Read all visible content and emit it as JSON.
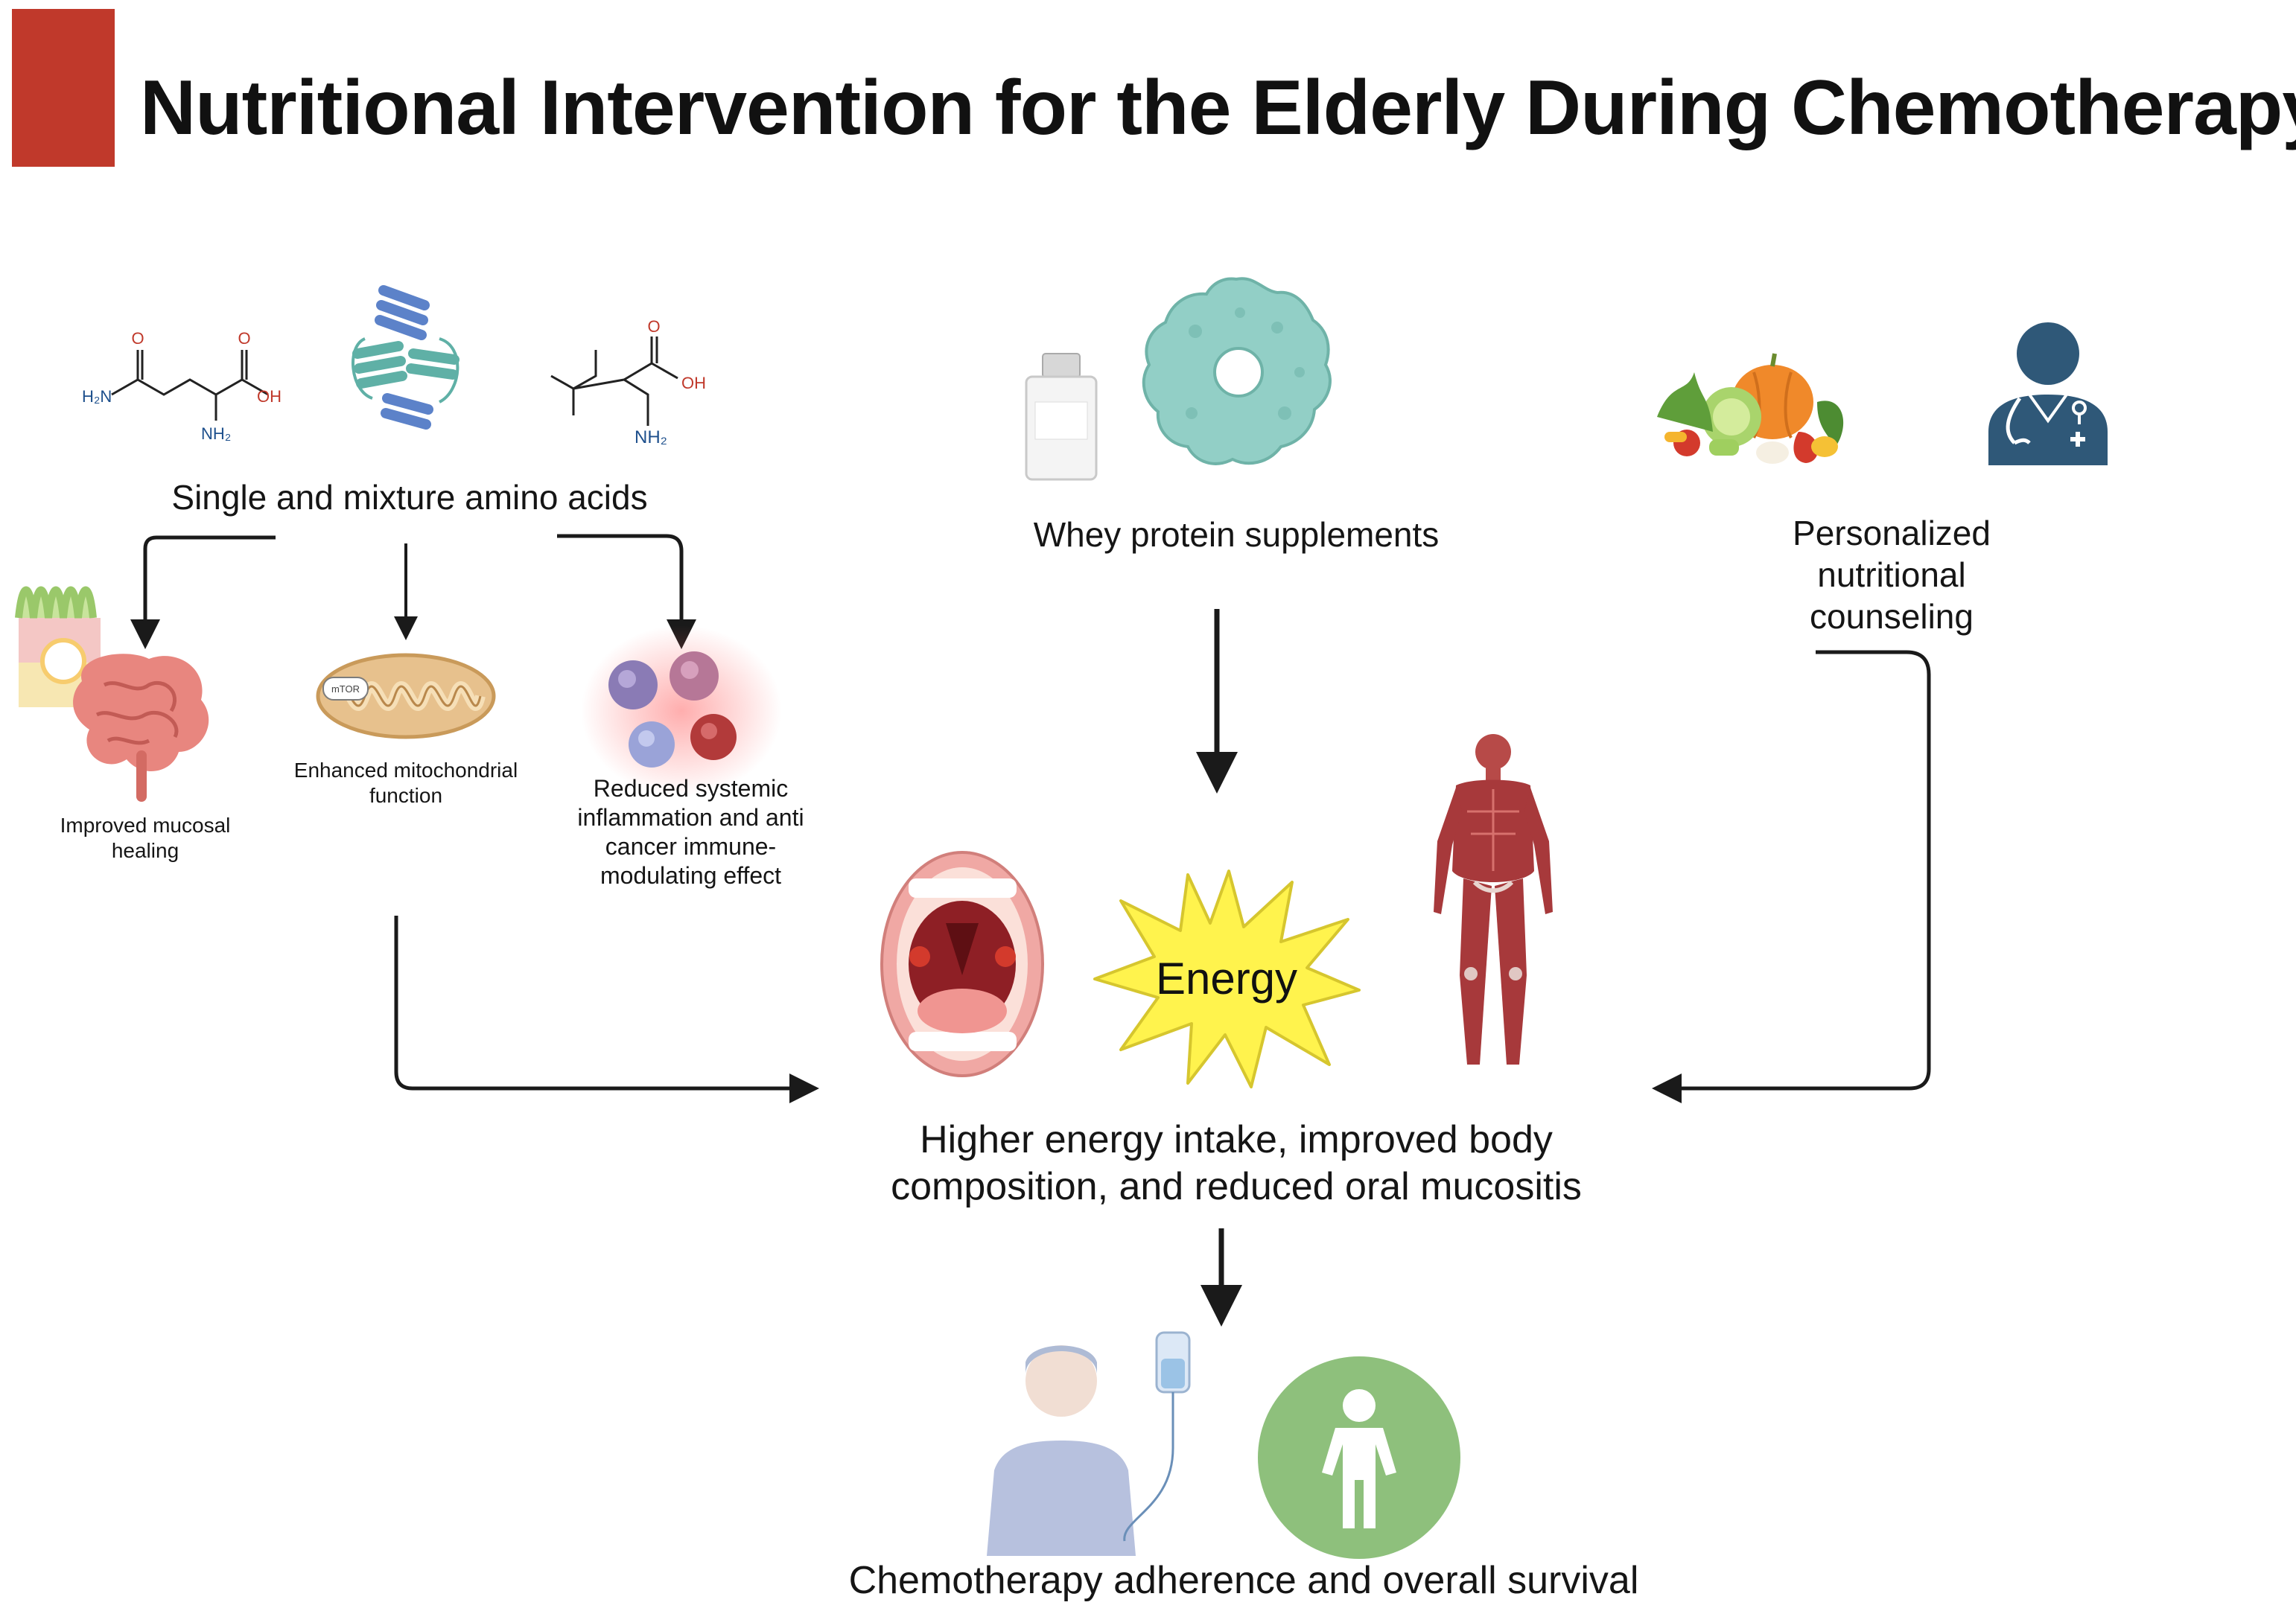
{
  "title": "Nutritional Intervention for the Elderly During Chemotherapy",
  "colors": {
    "accent": "#c0392b",
    "arrow": "#1a1a1a",
    "energy_star": "#fff34d",
    "whey": "#92cfc6",
    "doctor": "#2f5878",
    "survival_circle": "#8ec07c",
    "muscle": "#a7393b"
  },
  "interventions": {
    "amino_acids": {
      "label": "Single and mixture amino acids",
      "molecule_left": {
        "h2n": "H₂N",
        "o1": "O",
        "o2": "O",
        "oh": "OH",
        "nh2": "NH₂"
      },
      "molecule_right": {
        "o": "O",
        "oh": "OH",
        "nh2": "NH₂"
      },
      "effects": [
        {
          "label": "Improved mucosal healing",
          "icon": "intestine-icon"
        },
        {
          "label": "Enhanced mitochondrial function",
          "icon": "mitochondria-icon",
          "tag": "mTOR"
        },
        {
          "label": "Reduced systemic inflammation and anti cancer immune-modulating effect",
          "icon": "immune-cells-icon"
        }
      ]
    },
    "whey": {
      "label": "Whey protein supplements",
      "icons": [
        "bottle-icon",
        "whey-protein-icon"
      ]
    },
    "counseling": {
      "label": "Personalized nutritional counseling",
      "icons": [
        "vegetables-icon",
        "doctor-icon"
      ]
    }
  },
  "outcome": {
    "energy_label": "Energy",
    "label": "Higher energy intake, improved body composition, and reduced oral mucositis",
    "icons": [
      "open-mouth-icon",
      "energy-star-icon",
      "muscle-body-icon"
    ]
  },
  "final": {
    "label": "Chemotherapy adherence and overall survival",
    "icons": [
      "patient-iv-icon",
      "person-circle-icon"
    ]
  }
}
